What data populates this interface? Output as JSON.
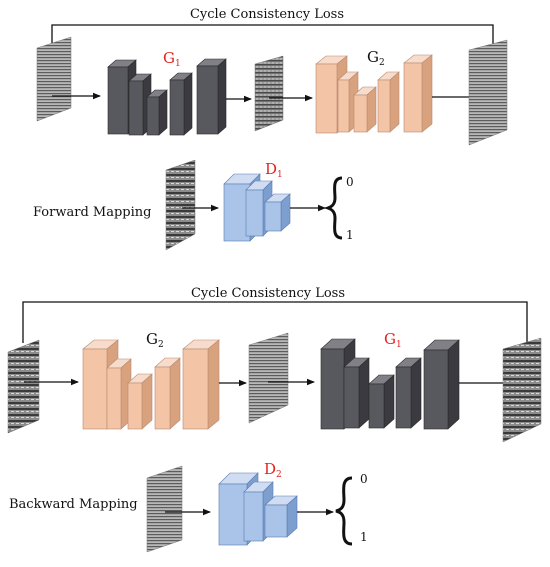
{
  "forward": {
    "loss_label": "Cycle Consistency Loss",
    "mapping_label": "Forward Mapping",
    "first_generator": {
      "name": "G",
      "sub": "1"
    },
    "second_generator": {
      "name": "G",
      "sub": "2"
    },
    "discriminator": {
      "name": "D",
      "sub": "1"
    },
    "output_top": "0",
    "output_bottom": "1"
  },
  "backward": {
    "loss_label": "Cycle Consistency Loss",
    "mapping_label": "Backward Mapping",
    "first_generator": {
      "name": "G",
      "sub": "2"
    },
    "second_generator": {
      "name": "G",
      "sub": "1"
    },
    "discriminator": {
      "name": "D",
      "sub": "2"
    },
    "output_top": "0",
    "output_bottom": "1"
  },
  "colors": {
    "generator_dark": "#58585f",
    "generator_light": "#f3c4a6",
    "discriminator": "#a9c4e8",
    "label_red": "#e3231f",
    "line": "#111111"
  }
}
